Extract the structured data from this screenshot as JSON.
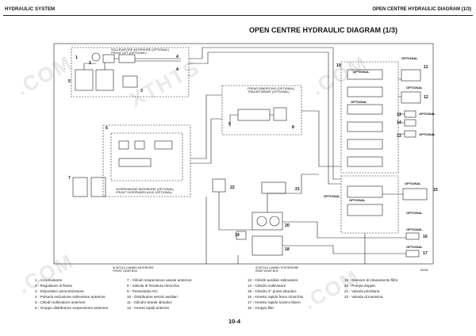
{
  "header": {
    "left": "HYDRAULIC SYSTEM",
    "right": "OPEN CENTRE HYDRAULIC DIAGRAM (1/3)"
  },
  "title": "OPEN CENTRE HYDRAULIC DIAGRAM (1/3)",
  "boxes": {
    "front_lift": [
      "SOLLEVATORE ANTERIORE (OPTIONAL)",
      "FRONT LIFT (OPTIONAL)"
    ],
    "trailer_brake": [
      "FRENO RIMORCHIO (OPTIONAL)",
      "TRAILER BRAKE (OPTIONAL)"
    ],
    "front_axle": [
      "SOSPENSIONE ANTERIORE (OPTIONAL)",
      "FRONT SUSPENDED AXLE (OPTIONAL)"
    ],
    "front_gear_box": [
      "SCATOLA CAMBIO ANTERIORE",
      "FRONT GEAR BOX"
    ],
    "rear_gear_box": [
      "SCATOLA CAMBIO POSTERIORE",
      "REAR GEAR BOX"
    ]
  },
  "optional_label": "OPTIONAL",
  "callouts": [
    "1",
    "2",
    "3",
    "4",
    "5",
    "6",
    "7",
    "8",
    "9",
    "10",
    "11",
    "12",
    "13",
    "14",
    "15",
    "16",
    "17",
    "18",
    "19",
    "20",
    "21",
    "22"
  ],
  "figure_code": "D0026",
  "legend": {
    "col1": [
      "1 - Accumulatore",
      "2 - Regolatore di flusso",
      "3 - Dispositivo ammortizzatore",
      "4 - Pulsanti esclusione sollevatore anteriore",
      "5 - Cilindri sollevatore anteriore",
      "6 - Gruppo distributore sospensione anteriore"
    ],
    "col2": [
      "7 - Cilindri sospensione assale anteriore",
      "8 - Valvola di frenatura rimorchio",
      "9 - Pressostato NC",
      "10 - Distributore servizi ausiliari",
      "11 - Cilindro tirante idraulico",
      "12 - Innesti rapidi anteriori"
    ],
    "col3": [
      "13 - Cilindri ausiliari sollevatore",
      "14 - Cilindro sollevatore",
      "15 - Cilindro 3° punto idraulico",
      "16 - Innesto rapido freno rimorchio",
      "17 - Innesto rapido scarico libero",
      "18 - Gruppo filtri"
    ],
    "col4": [
      "19 - Sensore di intasamento filtro",
      "20 - Pompa doppia",
      "21 - Valvola prioritaria",
      "22 - Valvola di massima"
    ]
  },
  "page_number": "10-4"
}
